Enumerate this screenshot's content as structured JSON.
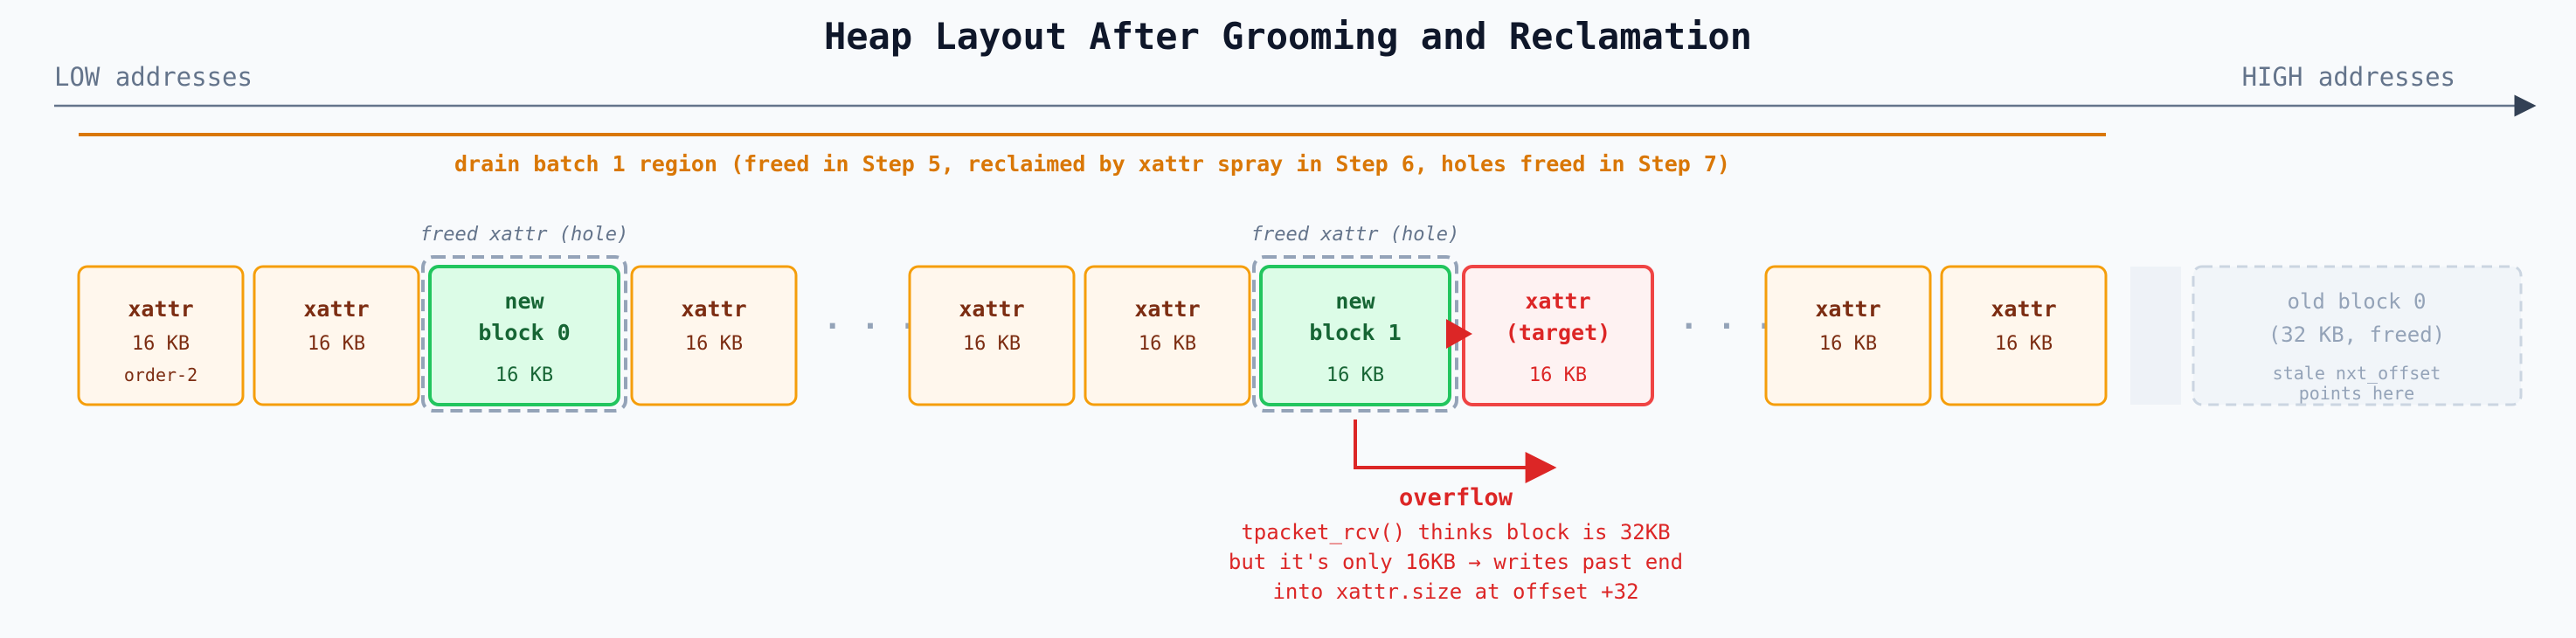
{
  "title": "Heap Layout After Grooming and Reclamation",
  "axis": {
    "low_label": "LOW addresses",
    "high_label": "HIGH addresses"
  },
  "region_label": "drain batch 1 region (freed in Step 5, reclaimed by xattr spray in Step 6, holes freed in Step 7)",
  "hole_label": "freed xattr (hole)",
  "ellipsis": "· · ·",
  "blocks": {
    "x1": {
      "l1": "xattr",
      "l2": "16 KB",
      "l3": "order-2"
    },
    "x2": {
      "l1": "xattr",
      "l2": "16 KB"
    },
    "nb0": {
      "l1": "new",
      "l2": "block 0",
      "l3": "16 KB"
    },
    "x3": {
      "l1": "xattr",
      "l2": "16 KB"
    },
    "x4": {
      "l1": "xattr",
      "l2": "16 KB"
    },
    "x5": {
      "l1": "xattr",
      "l2": "16 KB"
    },
    "nb1": {
      "l1": "new",
      "l2": "block 1",
      "l3": "16 KB"
    },
    "target": {
      "l1": "xattr",
      "l2": "(target)",
      "l3": "16 KB"
    },
    "x6": {
      "l1": "xattr",
      "l2": "16 KB"
    },
    "x7": {
      "l1": "xattr",
      "l2": "16 KB"
    },
    "old": {
      "l1": "old block 0",
      "l2": "(32 KB, freed)",
      "l3": "stale nxt_offset",
      "l4": "points here"
    }
  },
  "overflow": {
    "heading": "overflow",
    "line1": "tpacket_rcv() thinks block is 32KB",
    "line2": "but it's only 16KB → writes past end",
    "line3": "into xattr.size at offset +32"
  },
  "colors": {
    "bg": "#f8fafc",
    "title": "#0f172a",
    "axis": "#64748b",
    "orange": "#d97706",
    "xattr_fill": "#fff7ed",
    "xattr_stroke": "#f59e0b",
    "xattr_text": "#7c2d12",
    "green_fill": "#dcfce7",
    "green_stroke": "#22c55e",
    "green_text": "#166534",
    "red_fill": "#fef2f2",
    "red_stroke": "#ef4444",
    "red_text": "#dc2626",
    "old_fill": "#f1f5f9",
    "old_stroke": "#cbd5e1",
    "old_text": "#94a3b8",
    "hole_text": "#64748b"
  }
}
